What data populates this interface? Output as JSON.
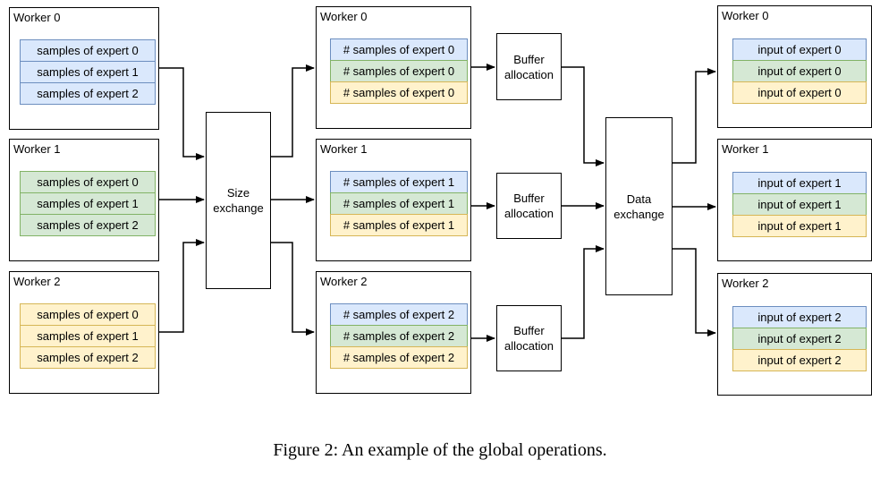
{
  "figure": {
    "caption": "Figure 2: An example of the global operations."
  },
  "colors": {
    "blue": {
      "fill": "#dae8fc",
      "stroke": "#6c8ebf"
    },
    "green": {
      "fill": "#d5e8d4",
      "stroke": "#82b366"
    },
    "yellow": {
      "fill": "#fff2cc",
      "stroke": "#d6b656"
    },
    "line": "#000000"
  },
  "ops": {
    "size_exchange": "Size\nexchange",
    "buffer_allocation_0": "Buffer\nallocation",
    "buffer_allocation_1": "Buffer\nallocation",
    "buffer_allocation_2": "Buffer\nallocation",
    "data_exchange": "Data\nexchange"
  },
  "columns": {
    "left": [
      {
        "label": "Worker 0",
        "rows": [
          {
            "text": "samples of expert 0",
            "color": "blue"
          },
          {
            "text": "samples of expert 1",
            "color": "blue"
          },
          {
            "text": "samples of expert 2",
            "color": "blue"
          }
        ]
      },
      {
        "label": "Worker 1",
        "rows": [
          {
            "text": "samples of expert 0",
            "color": "green"
          },
          {
            "text": "samples of expert 1",
            "color": "green"
          },
          {
            "text": "samples of expert 2",
            "color": "green"
          }
        ]
      },
      {
        "label": "Worker 2",
        "rows": [
          {
            "text": "samples of expert 0",
            "color": "yellow"
          },
          {
            "text": "samples of expert 1",
            "color": "yellow"
          },
          {
            "text": "samples of expert 2",
            "color": "yellow"
          }
        ]
      }
    ],
    "middle": [
      {
        "label": "Worker 0",
        "rows": [
          {
            "text": "# samples of expert 0",
            "color": "blue"
          },
          {
            "text": "# samples of expert 0",
            "color": "green"
          },
          {
            "text": "# samples of expert 0",
            "color": "yellow"
          }
        ]
      },
      {
        "label": "Worker 1",
        "rows": [
          {
            "text": "# samples of expert 1",
            "color": "blue"
          },
          {
            "text": "# samples of expert 1",
            "color": "green"
          },
          {
            "text": "# samples of expert 1",
            "color": "yellow"
          }
        ]
      },
      {
        "label": "Worker 2",
        "rows": [
          {
            "text": "# samples of expert 2",
            "color": "blue"
          },
          {
            "text": "# samples of expert 2",
            "color": "green"
          },
          {
            "text": "# samples of expert 2",
            "color": "yellow"
          }
        ]
      }
    ],
    "right": [
      {
        "label": "Worker 0",
        "rows": [
          {
            "text": "input of expert 0",
            "color": "blue"
          },
          {
            "text": "input of expert 0",
            "color": "green"
          },
          {
            "text": "input of expert 0",
            "color": "yellow"
          }
        ]
      },
      {
        "label": "Worker 1",
        "rows": [
          {
            "text": "input of expert 1",
            "color": "blue"
          },
          {
            "text": "input of expert 1",
            "color": "green"
          },
          {
            "text": "input of expert 1",
            "color": "yellow"
          }
        ]
      },
      {
        "label": "Worker 2",
        "rows": [
          {
            "text": "input of expert 2",
            "color": "blue"
          },
          {
            "text": "input of expert 2",
            "color": "green"
          },
          {
            "text": "input of expert 2",
            "color": "yellow"
          }
        ]
      }
    ]
  }
}
